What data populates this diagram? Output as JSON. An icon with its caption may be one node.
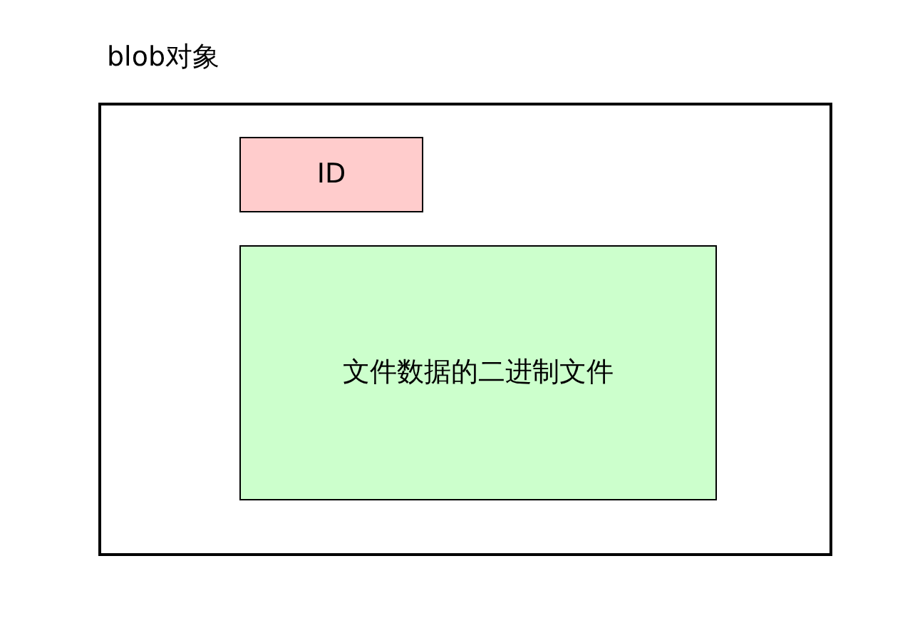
{
  "diagram": {
    "nodes": [
      {
        "text": [
          "blob对象"
        ]
      },
      {
        "text": [
          "ID"
        ],
        "in": 0
      },
      {
        "text": [
          "文件数据的二进制文件"
        ],
        "in": 0
      }
    ]
  }
}
